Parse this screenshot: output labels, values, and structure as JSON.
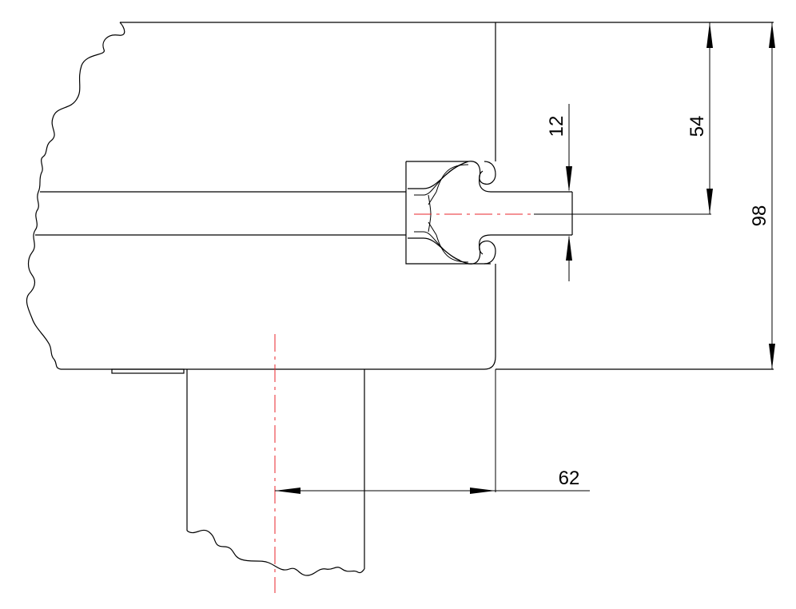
{
  "colors": {
    "line": "#000000",
    "centerline": "#e8252b",
    "background": "#ffffff"
  },
  "dimensions": {
    "d12": "12",
    "d54": "54",
    "d98": "98",
    "d62": "62"
  }
}
